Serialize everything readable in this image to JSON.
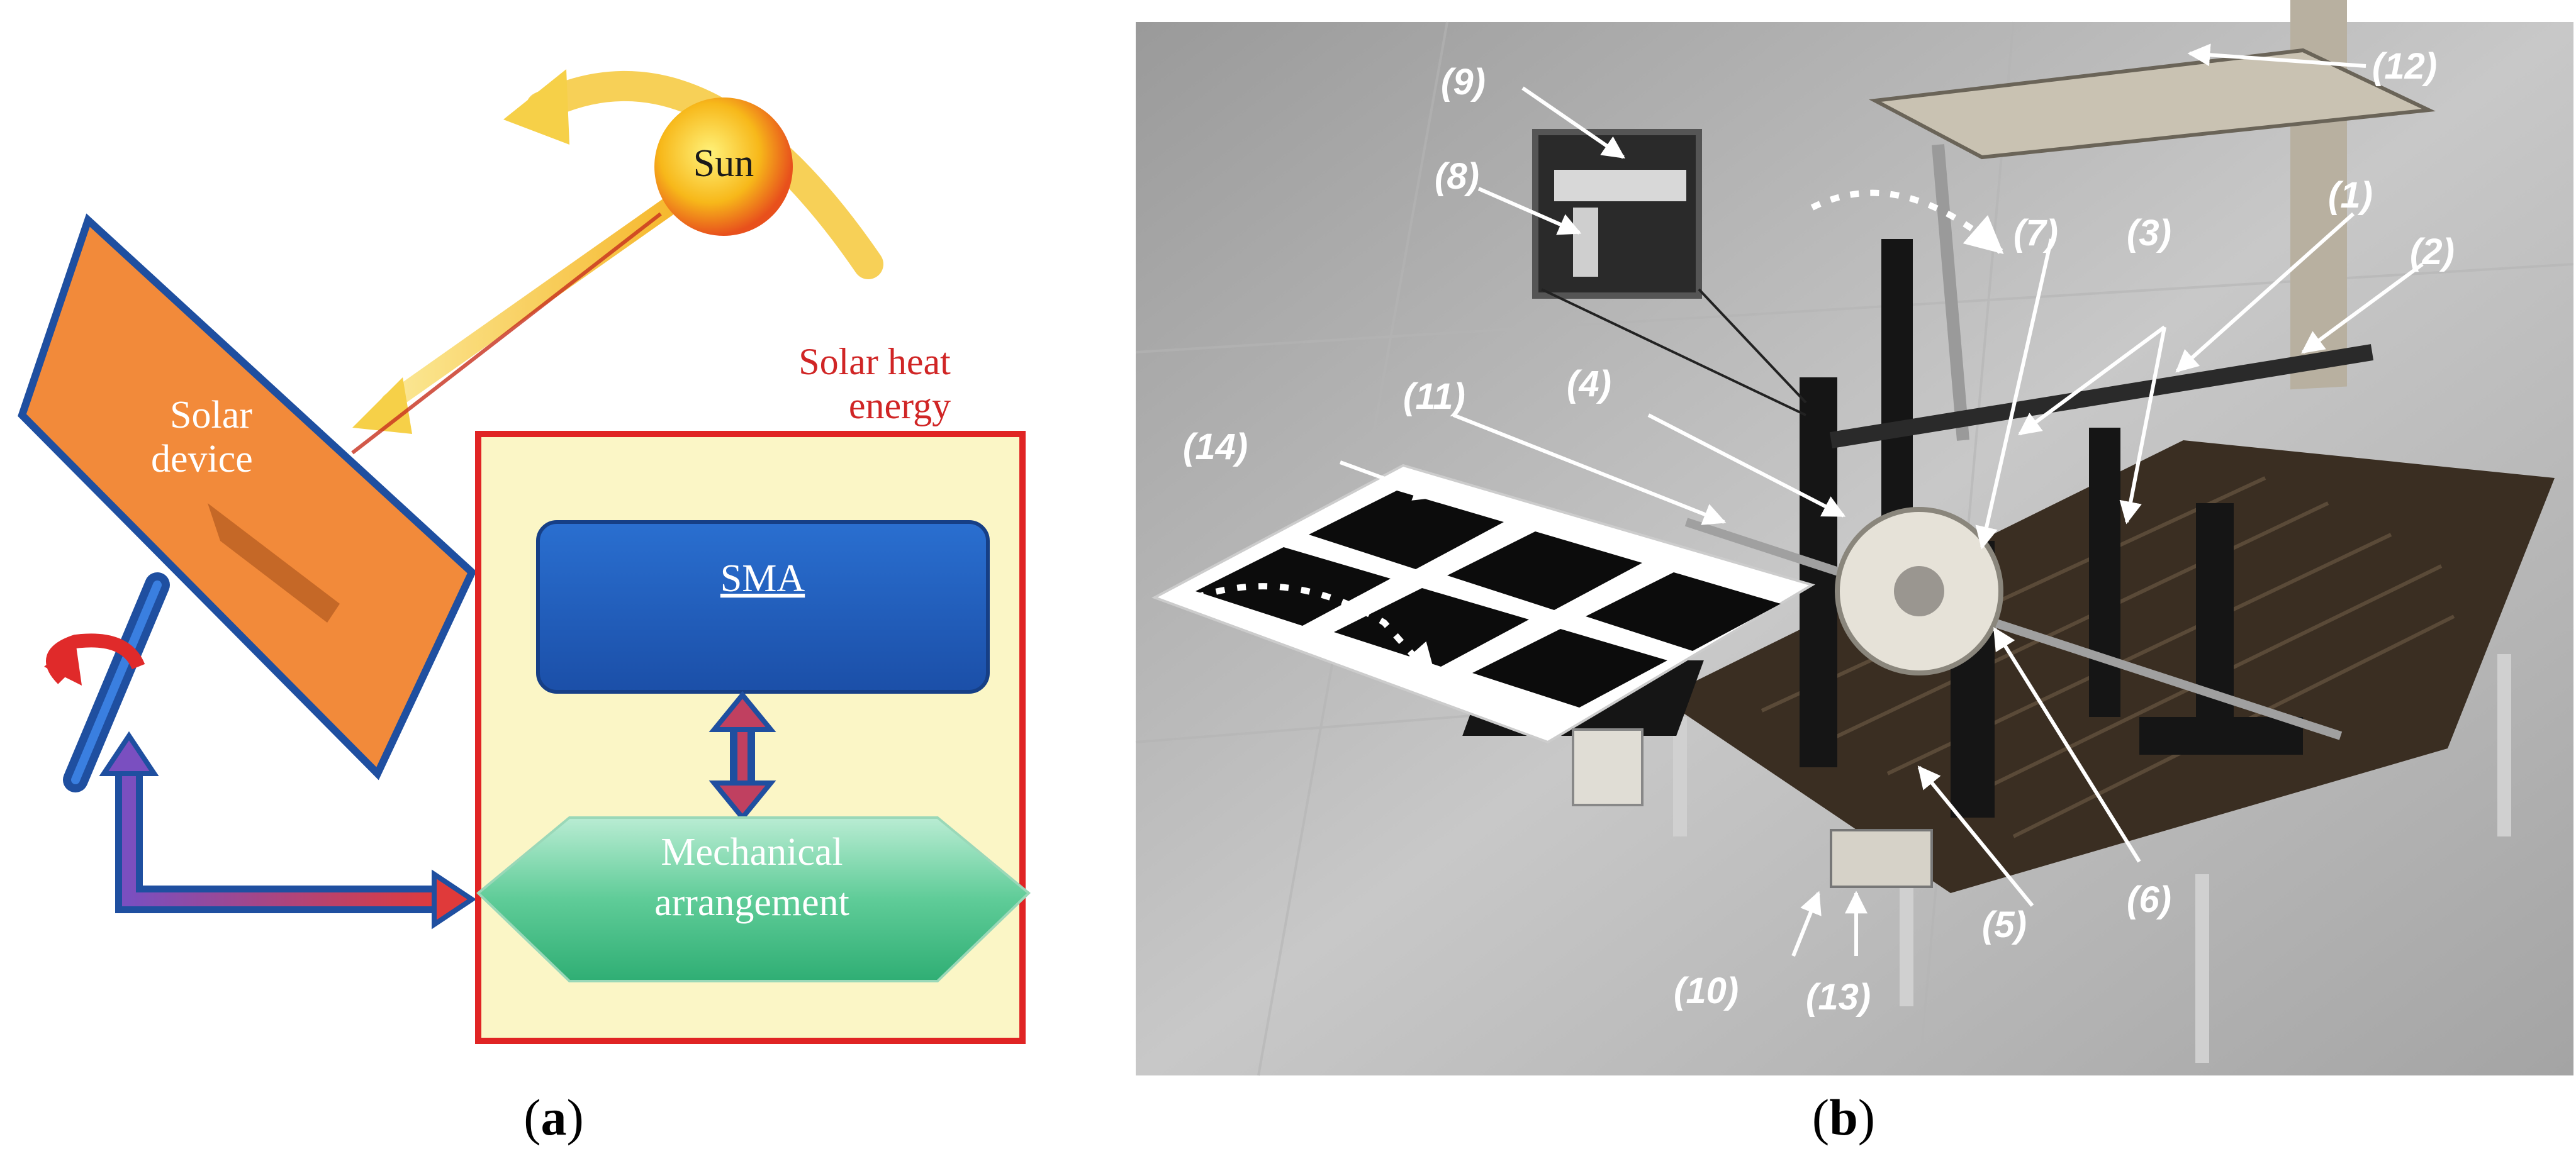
{
  "panel_a": {
    "sun_label": "Sun",
    "solar_device_label_line1": "Solar",
    "solar_device_label_line2": "device",
    "heat_label_line1": "Solar heat",
    "heat_label_line2": "energy",
    "sma_label": "SMA",
    "mech_label_line1": "Mechanical",
    "mech_label_line2": "arrangement",
    "caption_letter": "a"
  },
  "panel_b": {
    "labels": [
      "(1)",
      "(2)",
      "(3)",
      "(4)",
      "(5)",
      "(6)",
      "(7)",
      "(8)",
      "(9)",
      "(10)",
      "(11)",
      "(12)",
      "(13)",
      "(14)"
    ],
    "caption_letter": "b"
  },
  "colors": {
    "sun_core": "#f7b81a",
    "sun_ray": "#f9d04a",
    "solar_panel_fill": "#f28a3a",
    "solar_panel_border": "#1f4fa0",
    "box_border": "#e02424",
    "box_fill": "#fbf6c6",
    "sma_fill": "#1f5fbf",
    "mech_fill": "#4ac48e",
    "heat_text": "#d02525",
    "photo_bg": "#8a8a8a"
  }
}
